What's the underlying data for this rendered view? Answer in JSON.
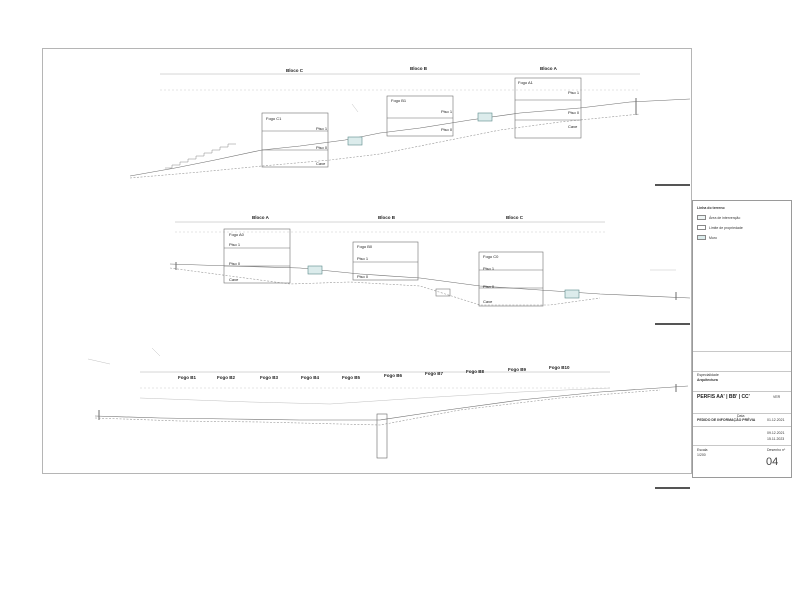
{
  "sheet": {
    "number": "04",
    "scale": "1/200"
  },
  "section1": {
    "blocks": [
      "Bloco C",
      "Bloco B",
      "Bloco A"
    ],
    "floors": [
      {
        "id": "c1",
        "label": "Fogo C1"
      },
      {
        "id": "b1",
        "label": "Fogo B1"
      },
      {
        "id": "a1",
        "label": "Fogo A1"
      },
      {
        "id": "c1p1",
        "label": "Piso 1"
      },
      {
        "id": "b1p1",
        "label": "Piso 1"
      },
      {
        "id": "a1p1",
        "label": "Piso 1"
      },
      {
        "id": "c1pa",
        "label": "Piso 0"
      },
      {
        "id": "b1pa",
        "label": "Piso 0"
      },
      {
        "id": "a1pa",
        "label": "Piso 0"
      },
      {
        "id": "cave1",
        "label": "Cave"
      },
      {
        "id": "cave2",
        "label": "Cave"
      }
    ]
  },
  "section2": {
    "blocks": [
      "Bloco A",
      "Bloco B",
      "Bloco C"
    ],
    "floors": [
      {
        "id": "a0",
        "label": "Fogo A0"
      },
      {
        "id": "b0",
        "label": "Fogo B0"
      },
      {
        "id": "c0",
        "label": "Fogo C0"
      },
      {
        "id": "a0p1",
        "label": "Piso 1"
      },
      {
        "id": "b0p1",
        "label": "Piso 1"
      },
      {
        "id": "c0p1",
        "label": "Piso 1"
      },
      {
        "id": "a0p0",
        "label": "Piso 0"
      },
      {
        "id": "b0p0",
        "label": "Piso 0"
      },
      {
        "id": "c0p0",
        "label": "Piso 0"
      },
      {
        "id": "cave_a",
        "label": "Cave"
      },
      {
        "id": "cave_c",
        "label": "Cave"
      }
    ]
  },
  "section3": {
    "lots": [
      "Fogo B1",
      "Fogo B2",
      "Fogo B3",
      "Fogo B4",
      "Fogo B5",
      "Fogo B6",
      "Fogo B7",
      "Fogo B8",
      "Fogo B9",
      "Fogo B10"
    ]
  },
  "title_block": {
    "legend_heading": "Linha do terreno",
    "legend_items": [
      "Área de intervenção",
      "Limite de propriedade",
      "Muro"
    ],
    "discipline_label": "Especialidade",
    "discipline": "Arquitectura",
    "drawing_title": "PERFIS AA' | BB' | CC'",
    "phase": "PEDIDO DE INFORMAÇÃO PRÉVIA",
    "date_label": "Data",
    "date1": "01.12.2021",
    "date2": "09.12.2021",
    "date3": "15.11.2023",
    "scale_label": "Escala",
    "sheet_label": "Desenho nº",
    "status": "VER"
  }
}
